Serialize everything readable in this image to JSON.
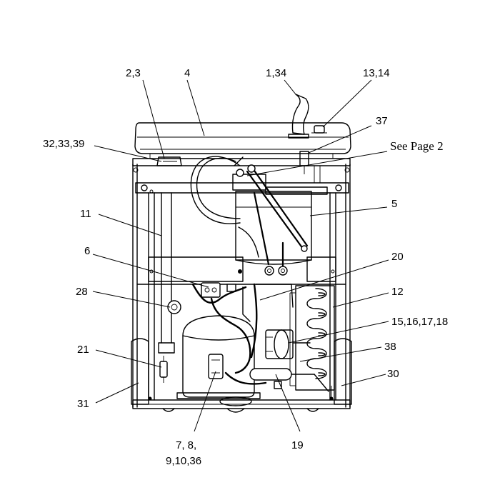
{
  "callouts": {
    "c_2_3": "2,3",
    "c_4": "4",
    "c_1_34": "1,34",
    "c_13_14": "13,14",
    "c_37": "37",
    "c_32_33_39": "32,33,39",
    "c_see_page_2": "See Page 2",
    "c_5": "5",
    "c_11": "11",
    "c_6": "6",
    "c_20": "20",
    "c_28": "28",
    "c_12": "12",
    "c_15_16_17_18": "15,16,17,18",
    "c_38": "38",
    "c_21": "21",
    "c_30": "30",
    "c_31": "31",
    "c_19": "19",
    "c_7_8": "7, 8,",
    "c_9_10_36": "9,10,36"
  }
}
